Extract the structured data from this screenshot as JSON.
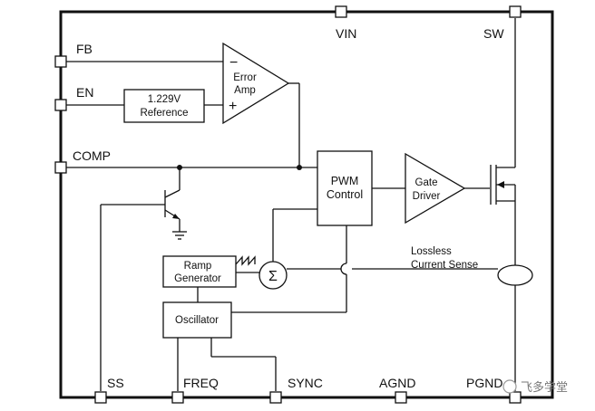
{
  "pins": {
    "fb": "FB",
    "en": "EN",
    "comp": "COMP",
    "vin": "VIN",
    "sw": "SW",
    "ss": "SS",
    "freq": "FREQ",
    "sync": "SYNC",
    "agnd": "AGND",
    "pgnd": "PGND"
  },
  "blocks": {
    "error_amp": {
      "line1": "Error",
      "line2": "Amp",
      "minus": "−",
      "plus": "+"
    },
    "reference": {
      "line1": "1.229V",
      "line2": "Reference"
    },
    "pwm_control": {
      "line1": "PWM",
      "line2": "Control"
    },
    "gate_driver": {
      "line1": "Gate",
      "line2": "Driver"
    },
    "ramp_generator": {
      "line1": "Ramp",
      "line2": "Generator"
    },
    "summer": {
      "symbol": "Σ"
    },
    "oscillator": {
      "label": "Oscillator"
    },
    "current_sense": {
      "line1": "Lossless",
      "line2": "Current Sense"
    }
  },
  "watermark": {
    "text": "飞多学堂"
  },
  "colors": {
    "line": "#111111",
    "background": "#ffffff"
  }
}
